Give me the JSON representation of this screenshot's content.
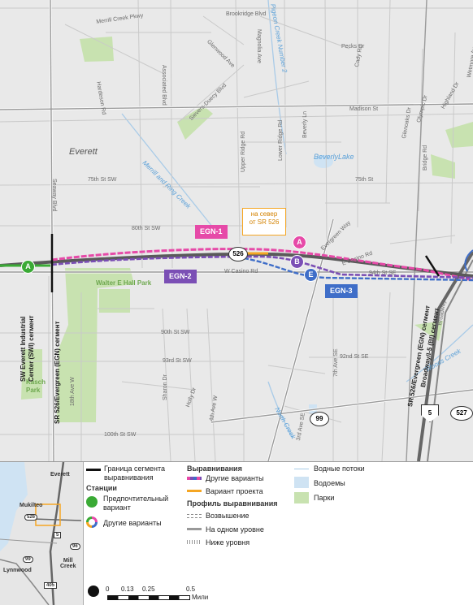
{
  "map": {
    "city": "Everett",
    "roads": {
      "merrill_creek": "Merrill Creek Pkwy",
      "hardeson": "Hardeson Rd",
      "associated": "Associated Blvd",
      "glenwood": "Glenwood Ave",
      "magnolia": "Magnolia Ave",
      "seaway": "Seaway Blvd",
      "sievers": "Sievers-Duecy Blvd",
      "upper_ridge": "Upper Ridge Rd",
      "lower_ridge": "Lower Ridge Rd",
      "beverly_ln": "Beverly Ln",
      "pecks": "Pecks Dr",
      "cady": "Cady Rd",
      "madison": "Madison St",
      "olympic": "Olympic Dr",
      "highland": "Highland Dr",
      "glenoaks": "Glenoaks Dr",
      "bridge": "Bridge Rd",
      "s_75th": "75th St SW",
      "s_75th_e": "75th St",
      "s_80th": "80th St SW",
      "casino": "W Casino Rd",
      "casino_e": "E Casino Rd",
      "s_94th": "94th St SE",
      "evergreen": "Evergreen Way",
      "s_90th": "90th St SW",
      "s_93rd": "93rd St SW",
      "s_92nd": "92nd St SE",
      "s_100th": "100th St SW",
      "holly": "Holly Dr",
      "fourth_w": "4th Ave W",
      "eighteenth_w": "18th Ave W",
      "sharon": "Sharon Dr",
      "third_se": "3rd Ave SE",
      "seventh_se": "7th Ave SE",
      "broadway": "Broadway",
      "brookridge": "Brookridge Blvd",
      "wetmore": "Wetmore Ave"
    },
    "water": {
      "pigeon": "Pigeon Creek Number 2",
      "merrill_ring": "Merrill and Ring Creek",
      "beverly": "BeverlyLake",
      "north": "North Creek",
      "woods": "Woods Creek"
    },
    "parks": {
      "walter_hall": "Walter E Hall Park",
      "kasch": "Kasch\nPark"
    },
    "tags": {
      "egn1": "EGN-1",
      "egn2": "EGN-2",
      "egn3": "EGN-3"
    },
    "north_note": "на север\nот SR 526",
    "circles": {
      "a_left": "A",
      "a_right": "A",
      "b": "B",
      "e": "E"
    },
    "shields": {
      "sr526": "526",
      "sr99": "99",
      "i5": "5",
      "sr527": "527"
    },
    "segments": {
      "swi": "SW Everett Industrial\nCenter (SWI) сегмент",
      "egn_left": "SR 526/Evergreen (EGN) сегмент",
      "egn_right": "SR 526/Evergreen (EGN) сегмент",
      "bi": "Broadway/I-5 (BI) сегмент"
    },
    "colors": {
      "pink": "#e64aa8",
      "purple": "#7b4fb5",
      "blue": "#3f6ec8",
      "orange": "#f5a623",
      "green": "#3aaa35",
      "park": "#c8e2b0",
      "water": "#cfe3f3"
    }
  },
  "legend": {
    "inset": {
      "everett": "Everett",
      "mukilteo": "Mukilteo",
      "lynnwood": "Lynnwood",
      "mill_creek": "Mill\nCreek",
      "s526": "526",
      "s5": "5",
      "s96": "96",
      "s99": "99",
      "s405": "405"
    },
    "boundary": "Граница сегмента\nвыравнивания",
    "stations_h": "Станции",
    "preferred": "Предпочтительный\nвариант",
    "other_stations": "Другие варианты",
    "alignments_h": "Выравнивания",
    "other_alignments": "Другие варианты",
    "project_variant": "Вариант проекта",
    "profile_h": "Профиль выравнивания",
    "elevated": "Возвышение",
    "at_grade": "На одном уровне",
    "below_grade": "Ниже уровня",
    "waterways": "Водные потоки",
    "waterbodies": "Водоемы",
    "parks": "Парки",
    "scale": {
      "t0": "0",
      "t1": "0.13",
      "t2": "0.25",
      "t3": "0.5",
      "unit": "Мили"
    }
  }
}
